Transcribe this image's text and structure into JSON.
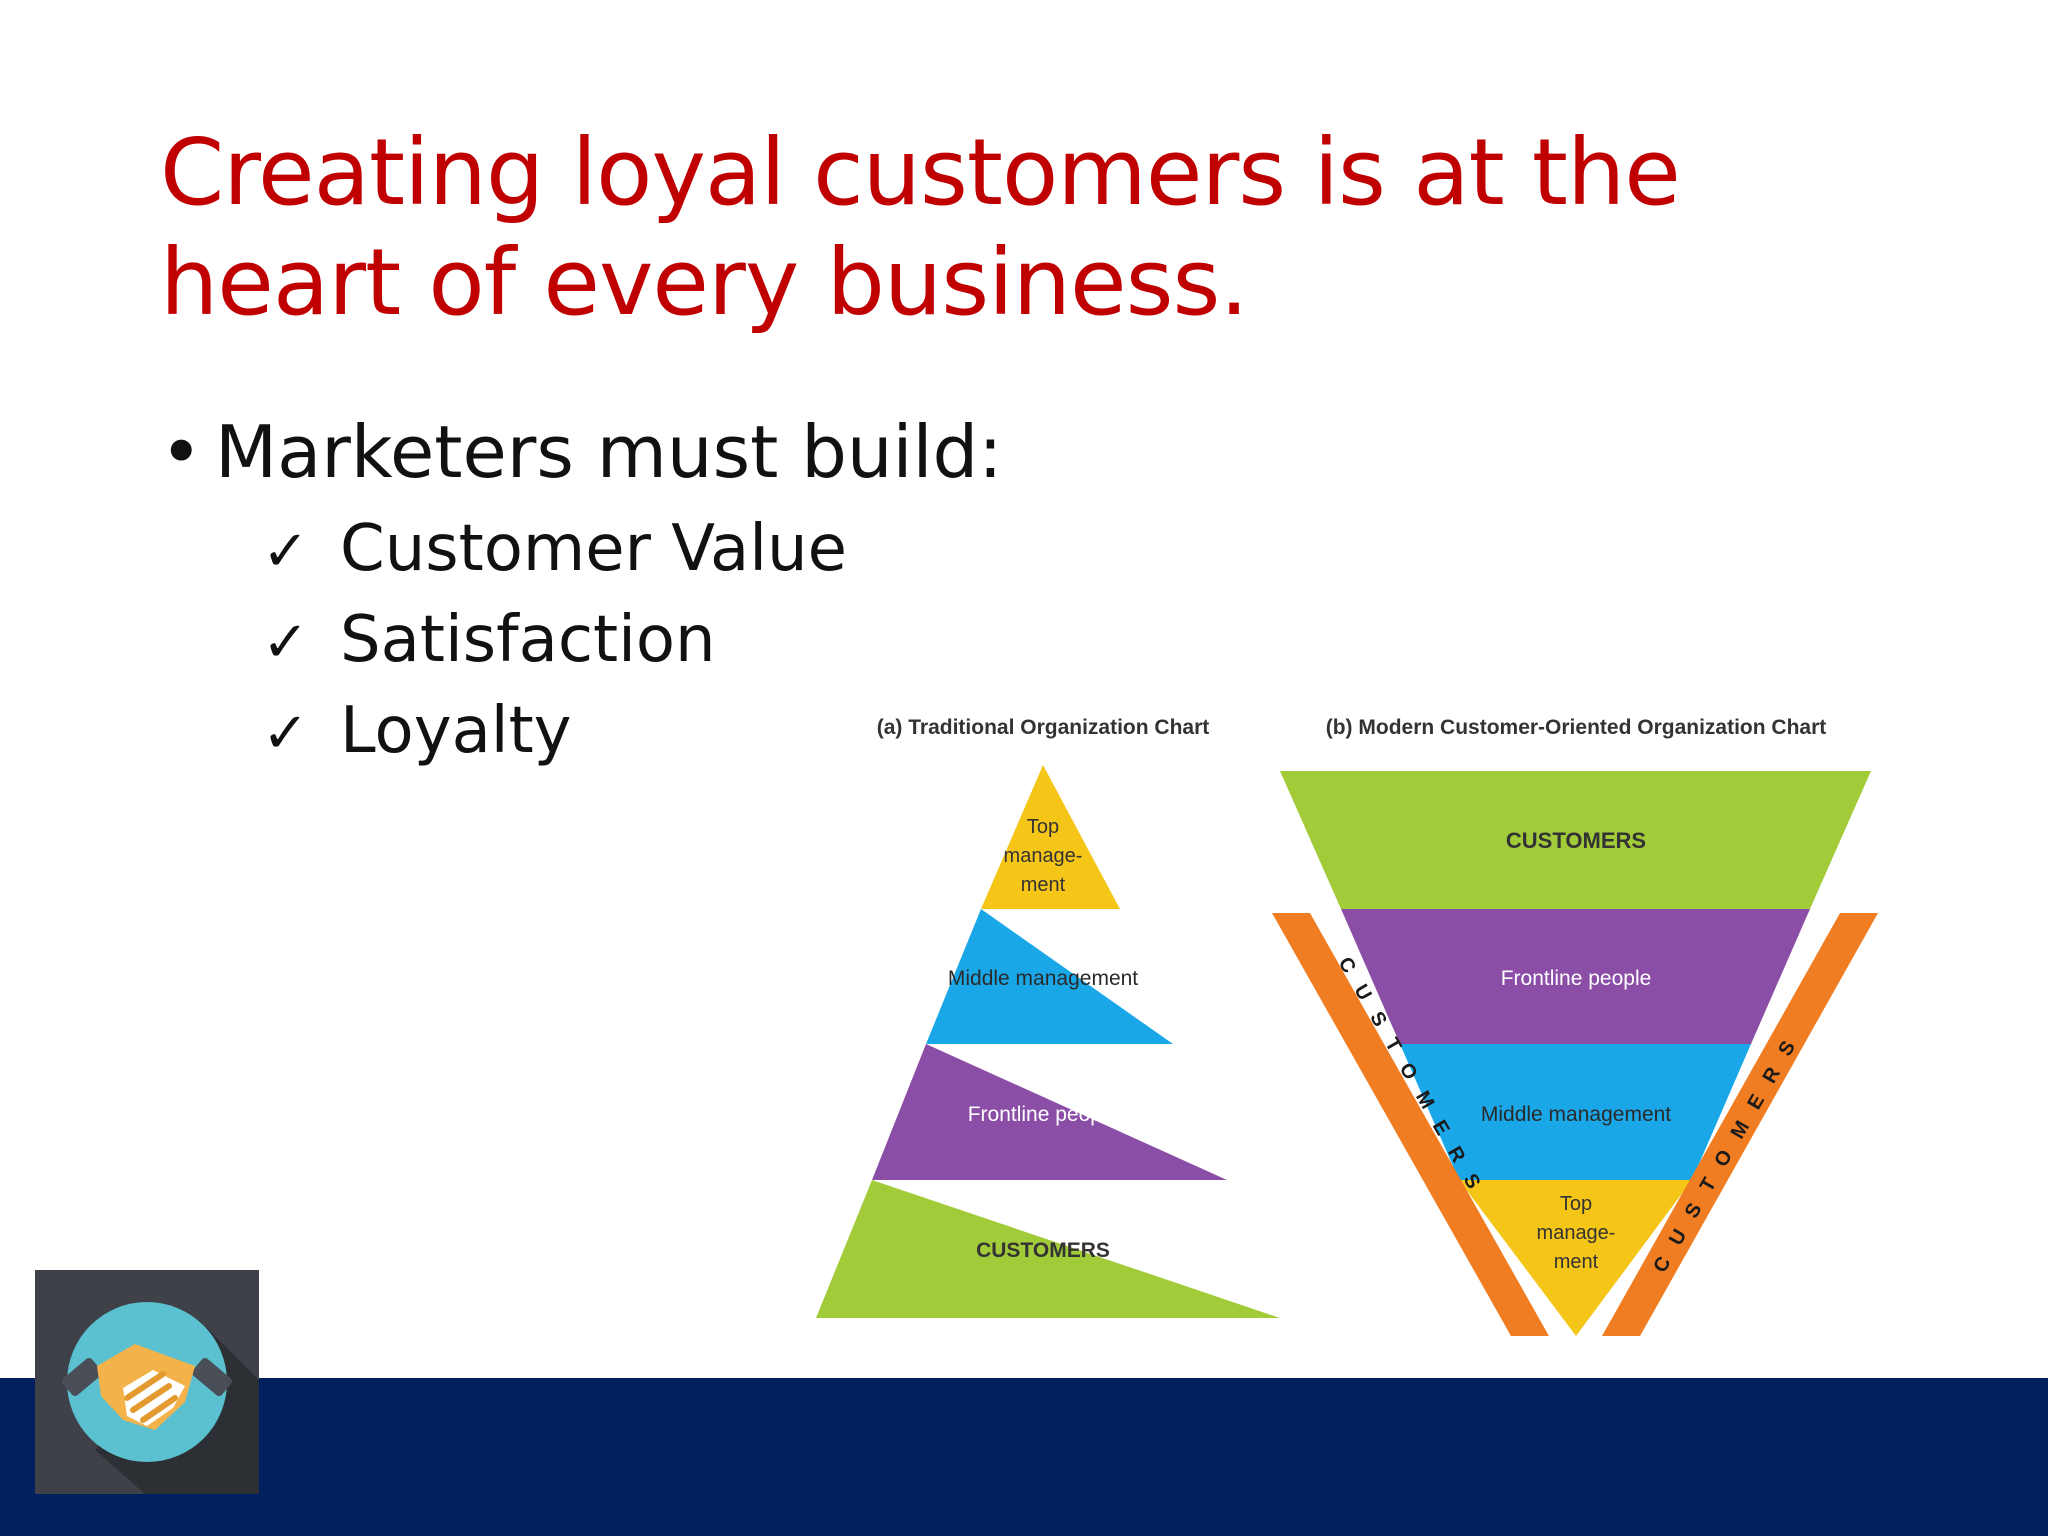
{
  "slide": {
    "title_lines": [
      "Creating loyal customers is at the",
      "heart of every business."
    ],
    "bullet": "Marketers must build:",
    "checks": [
      "Customer Value",
      "Satisfaction",
      "Loyalty"
    ],
    "check_symbol": "✓"
  },
  "diagram": {
    "traditional": {
      "heading": "(a) Traditional Organization Chart",
      "layers": [
        {
          "label_lines": [
            "Top",
            "manage-",
            "ment"
          ],
          "color": "#f5c518"
        },
        {
          "label_lines": [
            "Middle management"
          ],
          "color": "#1aa7e8"
        },
        {
          "label_lines": [
            "Frontline people"
          ],
          "color": "#8b4ea6"
        },
        {
          "label_lines": [
            "CUSTOMERS"
          ],
          "color": "#a2cb3a"
        }
      ]
    },
    "modern": {
      "heading": "(b) Modern Customer-Oriented Organization Chart",
      "layers": [
        {
          "label_lines": [
            "CUSTOMERS"
          ],
          "color": "#a2cb3a"
        },
        {
          "label_lines": [
            "Frontline people"
          ],
          "color": "#8b4ea6"
        },
        {
          "label_lines": [
            "Middle management"
          ],
          "color": "#1aa7e8"
        },
        {
          "label_lines": [
            "Top",
            "manage-",
            "ment"
          ],
          "color": "#f5c518"
        }
      ],
      "side_label": "CUSTOMERS",
      "side_color": "#f07d22"
    }
  },
  "colors": {
    "title": "#c00000",
    "footer": "#002060",
    "logo_bg": "#3e4248",
    "logo_circle": "#5bc0cf"
  },
  "icons": {
    "logo": "handshake-icon"
  }
}
